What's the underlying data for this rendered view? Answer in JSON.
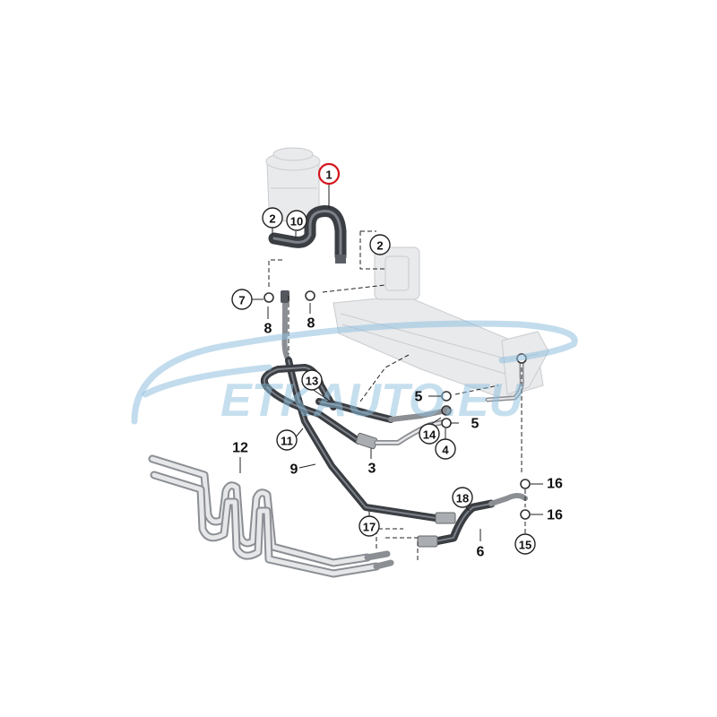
{
  "watermark": {
    "text": "ETKAUTO.EU",
    "color": "#8fc0de"
  },
  "colors": {
    "highlight_ring": "#d4141c",
    "hose": "#3a3d42",
    "pipe": "#8b8e93",
    "ghost_part": "#e9eaec"
  },
  "callouts": {
    "c1": "1",
    "c2a": "2",
    "c10": "10",
    "c2b": "2",
    "c7": "7",
    "c13": "13",
    "c11": "11",
    "c14": "14",
    "c4": "4",
    "c17": "17",
    "c18": "18",
    "c15": "15"
  },
  "labels": {
    "l8a": "8",
    "l8b": "8",
    "l5a": "5",
    "l5b": "5",
    "l3": "3",
    "l9": "9",
    "l12": "12",
    "l6": "6",
    "l16a": "16",
    "l16b": "16"
  }
}
